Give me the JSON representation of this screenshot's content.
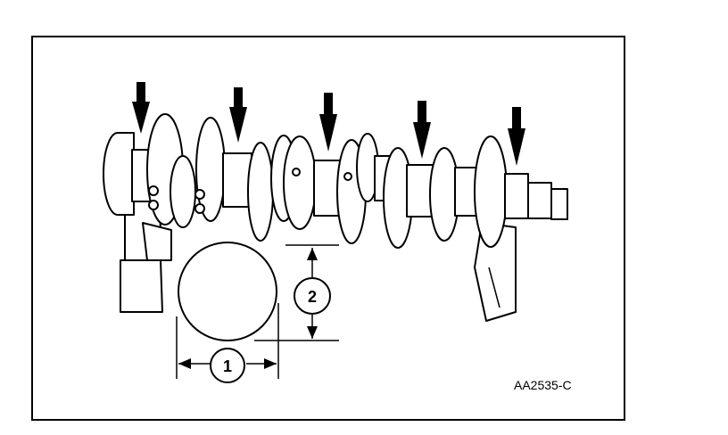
{
  "figure": {
    "code": "AA2535-C",
    "callouts": [
      "1",
      "2"
    ],
    "journal_arrows": 5
  }
}
